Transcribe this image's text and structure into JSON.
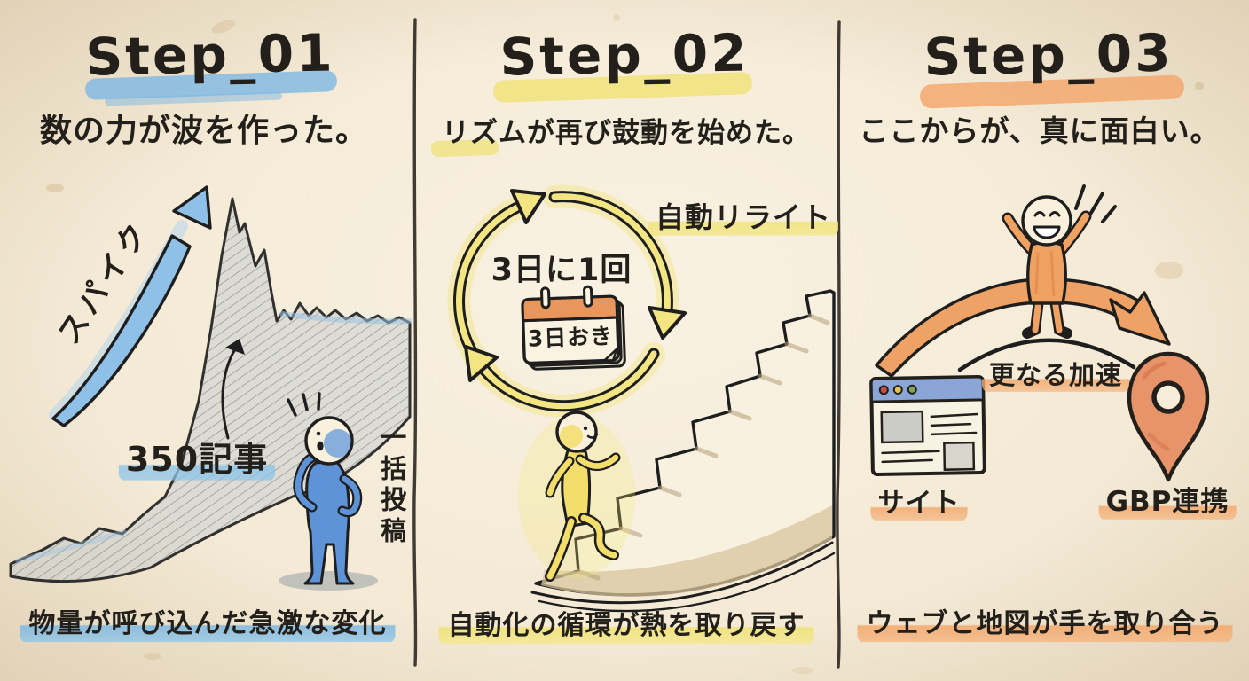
{
  "colors": {
    "paper": "#f4ead6",
    "ink": "#23201b",
    "blue_accent": "#7db8e3",
    "yellow_accent": "#f0e27a",
    "orange_accent": "#f3a96e",
    "calendar_header": "#e9965c",
    "map_pin": "#e8946a"
  },
  "panels": [
    {
      "title": "Step_01",
      "subtitle": "数の力が波を作った。",
      "caption": "物量が呼び込んだ急激な変化",
      "labels": {
        "spike": "スパイク",
        "articles": "350記事",
        "batch_post": "一括投稿"
      }
    },
    {
      "title": "Step_02",
      "subtitle": "リズムが再び鼓動を始めた。",
      "caption": "自動化の循環が熱を取り戻す",
      "labels": {
        "auto_rewrite": "自動リライト",
        "interval": "3日に1回",
        "calendar": "3日おき"
      }
    },
    {
      "title": "Step_03",
      "subtitle": "ここからが、真に面白い。",
      "caption": "ウェブと地図が手を取り合う",
      "labels": {
        "acceleration": "更なる加速",
        "site": "サイト",
        "gbp": "GBP連携"
      }
    }
  ]
}
